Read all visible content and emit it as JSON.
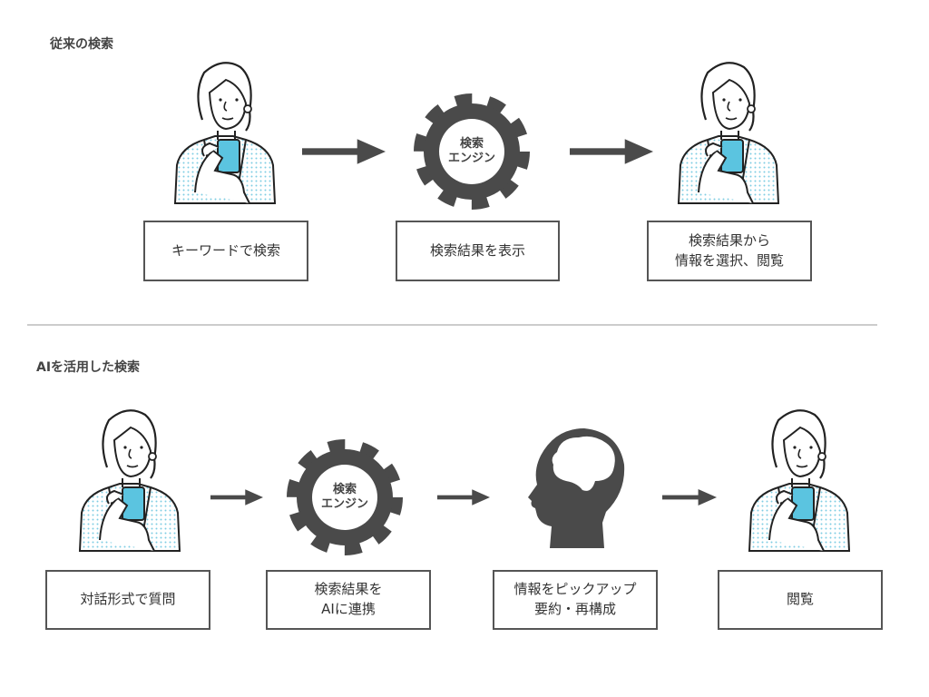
{
  "sections": {
    "traditional": {
      "title": "従来の検索",
      "gear_label_line1": "検索",
      "gear_label_line2": "エンジン",
      "steps": [
        "キーワードで検索",
        "検索結果を表示",
        "検索結果から\n情報を選択、閲覧"
      ]
    },
    "ai": {
      "title": "AIを活用した検索",
      "gear_label_line1": "検索",
      "gear_label_line2": "エンジン",
      "head_label": "AI",
      "steps": [
        "対話形式で質問",
        "検索結果を\nAIに連携",
        "情報をピックアップ\n要約・再構成",
        "閲覧"
      ]
    }
  },
  "colors": {
    "icon": "#4a4a4a",
    "phone": "#5bc4e0",
    "dots": "#7fcde3"
  }
}
